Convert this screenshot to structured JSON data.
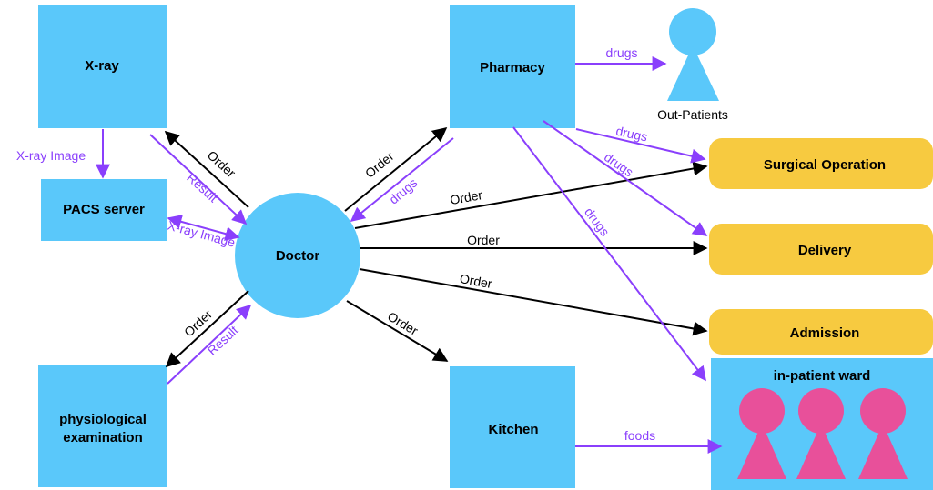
{
  "nodes": {
    "xray": "X-ray",
    "pacs": "PACS server",
    "physio_line1": "physiological",
    "physio_line2": "examination",
    "doctor": "Doctor",
    "pharmacy": "Pharmacy",
    "kitchen": "Kitchen",
    "out_patients": "Out-Patients",
    "surgical": "Surgical Operation",
    "delivery": "Delivery",
    "admission": "Admission",
    "ward": "in-patient ward"
  },
  "edges": {
    "xray_image_to_pacs": "X-ray Image",
    "doctor_order_xray": "Order",
    "xray_result_doctor": "Result",
    "pacs_doctor_image": "X-ray Image",
    "doctor_order_physio": "Order",
    "physio_result_doctor": "Result",
    "doctor_order_pharmacy": "Order",
    "pharmacy_drugs_doctor": "drugs",
    "doctor_order_surgical": "Order",
    "doctor_order_delivery": "Order",
    "doctor_order_admission": "Order",
    "doctor_order_kitchen": "Order",
    "pharmacy_drugs_outpatients": "drugs",
    "pharmacy_drugs_surgical": "drugs",
    "pharmacy_drugs_delivery": "drugs",
    "pharmacy_drugs_ward": "drugs",
    "kitchen_foods_ward": "foods"
  },
  "colors": {
    "box": "#5ac8fa",
    "yellow": "#f7ca40",
    "pink": "#e8509a",
    "purple": "#8a3ffc",
    "black": "#000000"
  }
}
